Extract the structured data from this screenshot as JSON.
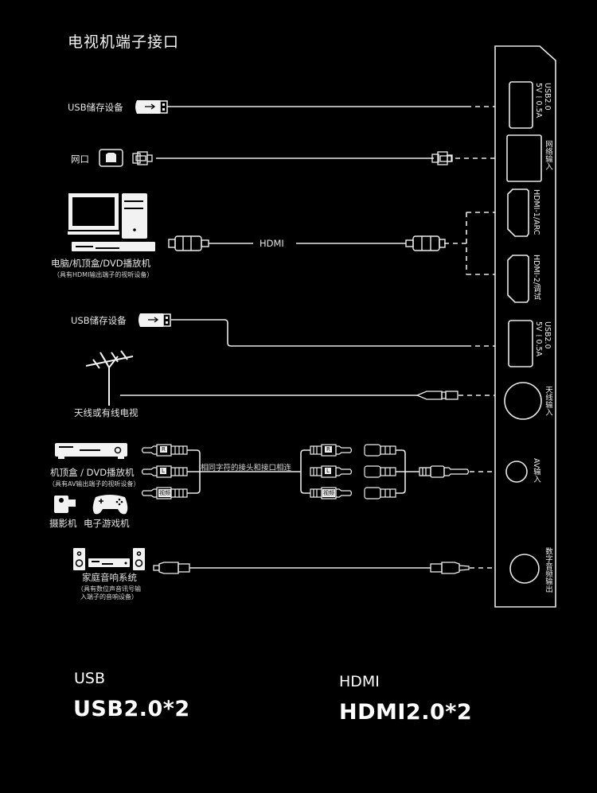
{
  "title": "电视机端子接口",
  "devices": {
    "usb1": "USB储存设备",
    "lan": "网口",
    "pc": "电脑/机顶盒/DVD播放机",
    "pc_note": "（具有HDMI输出端子的视听设备）",
    "hdmi_cable": "HDMI",
    "usb2": "USB储存设备",
    "antenna": "天线或有线电视",
    "av_box": "机顶盒 / DVD播放机",
    "av_box_note": "（具有AV输出端子的视听设备）",
    "camcorder": "摄影机",
    "gamepad": "电子游戏机",
    "av_note": "相同字符的接头和接口相连",
    "av_plugs": [
      "R",
      "L",
      "视频"
    ],
    "audio": "家庭音响系统",
    "audio_note_1": "（具有数位声音讯号输",
    "audio_note_2": "入端子的音响设备）"
  },
  "ports": {
    "usb1_a": "USB2.0",
    "usb1_b": "5V⎓0.5A",
    "lan": "网络输入",
    "hdmi1": "HDMI-1/ARC",
    "hdmi2": "HDMI-2/调试",
    "usb2_a": "USB2.0",
    "usb2_b": "5V⎓0.5A",
    "antenna": "天线输入",
    "av": "AV输入",
    "spdif": "数字音频输出"
  },
  "specs": [
    {
      "heading": "USB",
      "value": "USB2.0*2"
    },
    {
      "heading": "HDMI",
      "value": "HDMI2.0*2"
    }
  ]
}
